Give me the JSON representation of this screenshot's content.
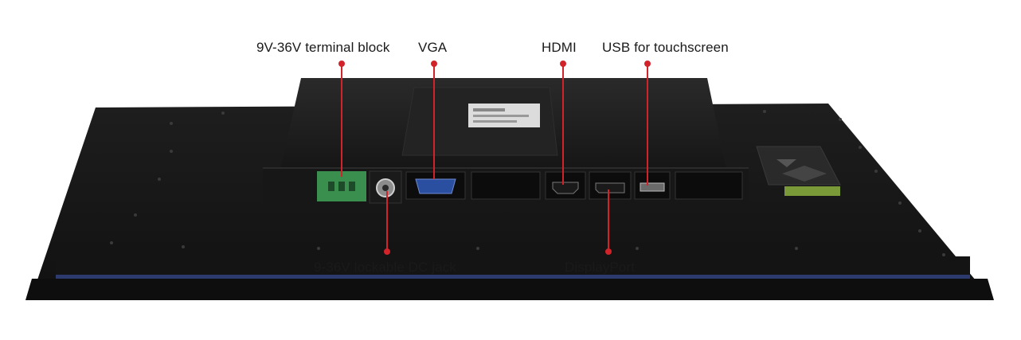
{
  "callouts": {
    "terminal_block": "9V-36V terminal block",
    "vga": "VGA",
    "hdmi": "HDMI",
    "usb_touch": "USB for touchscreen",
    "dc_jack": "9-36V lockable DC jack",
    "displayport": "DisplayPort"
  },
  "colors": {
    "leader_line": "#d2232a",
    "chassis": "#1c1c1c",
    "bezel_edge": "#2d3a6e",
    "terminal_green": "#3a8f4e",
    "vga_blue": "#2a4fa0"
  }
}
